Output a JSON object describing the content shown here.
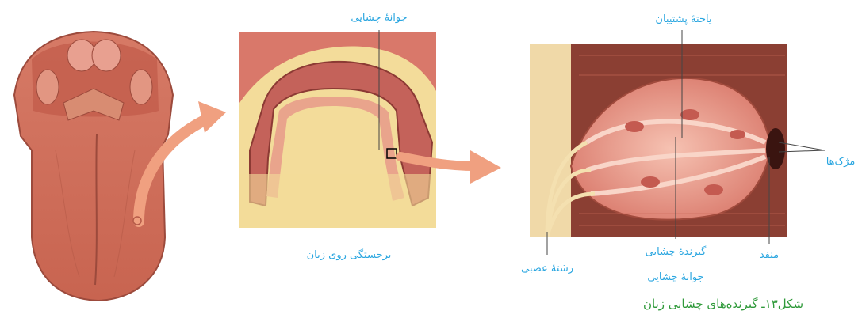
{
  "labels": {
    "taste_bud_top": "جوانهٔ چشایی",
    "tongue_papilla": "برجستگی روی زبان",
    "supporting_cell": "یاختهٔ پشتیبان",
    "microvilli": "مژک‌ها",
    "pore": "منفذ",
    "nerve_fiber": "رشتهٔ عصبی",
    "taste_receptor": "گیرندهٔ چشایی",
    "taste_bud_bottom": "جوانهٔ چشایی"
  },
  "caption": "شکل۱۳ـ گیرنده‌های چشایی زبان",
  "colors": {
    "label": "#2aa6e0",
    "caption": "#2f9a3a",
    "arrow": "#f0a080",
    "tissue_pink": "#d9786a",
    "tissue_cream": "#f3dc9a"
  }
}
